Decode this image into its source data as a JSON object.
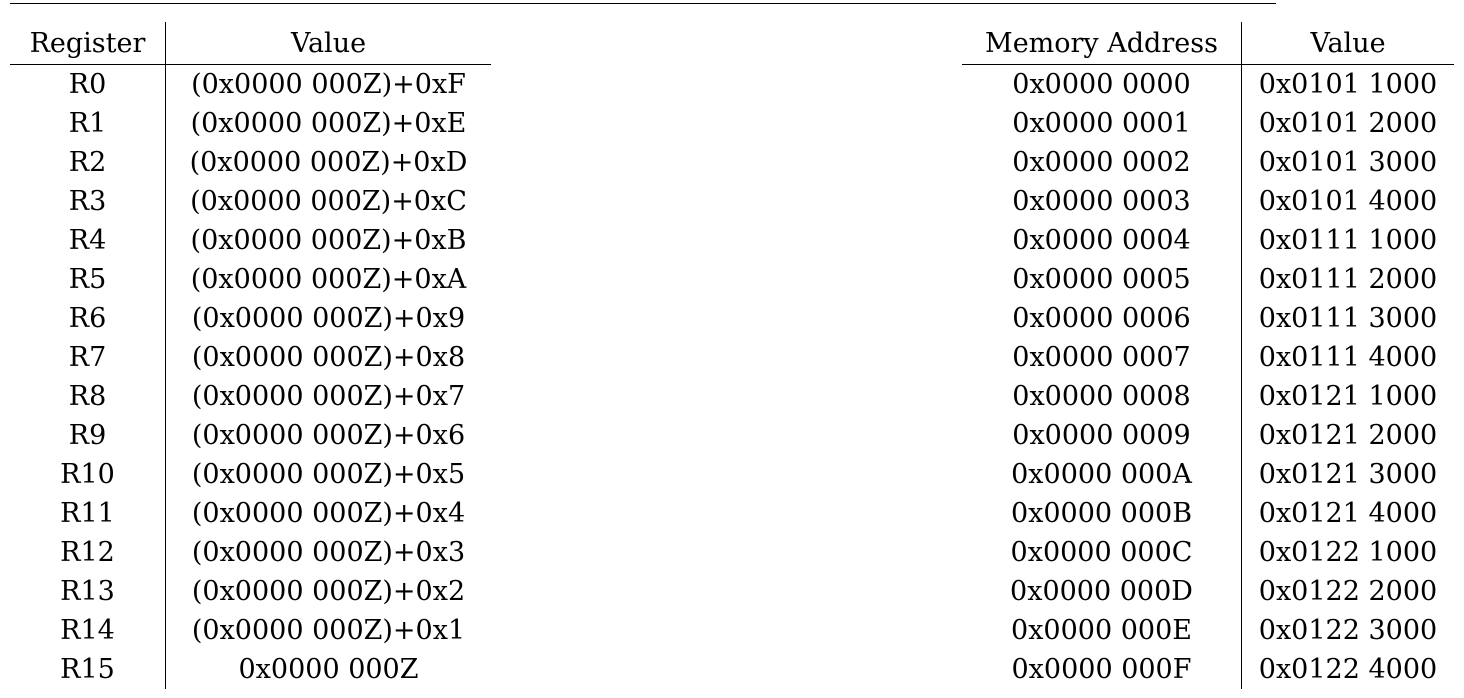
{
  "registers": {
    "headers": [
      "Register",
      "Value"
    ],
    "rows": [
      [
        "R0",
        "(0x0000 000Z)+0xF"
      ],
      [
        "R1",
        "(0x0000 000Z)+0xE"
      ],
      [
        "R2",
        "(0x0000 000Z)+0xD"
      ],
      [
        "R3",
        "(0x0000 000Z)+0xC"
      ],
      [
        "R4",
        "(0x0000 000Z)+0xB"
      ],
      [
        "R5",
        "(0x0000 000Z)+0xA"
      ],
      [
        "R6",
        "(0x0000 000Z)+0x9"
      ],
      [
        "R7",
        "(0x0000 000Z)+0x8"
      ],
      [
        "R8",
        "(0x0000 000Z)+0x7"
      ],
      [
        "R9",
        "(0x0000 000Z)+0x6"
      ],
      [
        "R10",
        "(0x0000 000Z)+0x5"
      ],
      [
        "R11",
        "(0x0000 000Z)+0x4"
      ],
      [
        "R12",
        "(0x0000 000Z)+0x3"
      ],
      [
        "R13",
        "(0x0000 000Z)+0x2"
      ],
      [
        "R14",
        "(0x0000 000Z)+0x1"
      ],
      [
        "R15",
        "0x0000 000Z"
      ]
    ]
  },
  "memory": {
    "headers": [
      "Memory Address",
      "Value"
    ],
    "rows": [
      [
        "0x0000 0000",
        "0x0101 1000"
      ],
      [
        "0x0000 0001",
        "0x0101 2000"
      ],
      [
        "0x0000 0002",
        "0x0101 3000"
      ],
      [
        "0x0000 0003",
        "0x0101 4000"
      ],
      [
        "0x0000 0004",
        "0x0111 1000"
      ],
      [
        "0x0000 0005",
        "0x0111 2000"
      ],
      [
        "0x0000 0006",
        "0x0111 3000"
      ],
      [
        "0x0000 0007",
        "0x0111 4000"
      ],
      [
        "0x0000 0008",
        "0x0121 1000"
      ],
      [
        "0x0000 0009",
        "0x0121 2000"
      ],
      [
        "0x0000 000A",
        "0x0121 3000"
      ],
      [
        "0x0000 000B",
        "0x0121 4000"
      ],
      [
        "0x0000 000C",
        "0x0122 1000"
      ],
      [
        "0x0000 000D",
        "0x0122 2000"
      ],
      [
        "0x0000 000E",
        "0x0122 3000"
      ],
      [
        "0x0000 000F",
        "0x0122 4000"
      ]
    ]
  }
}
